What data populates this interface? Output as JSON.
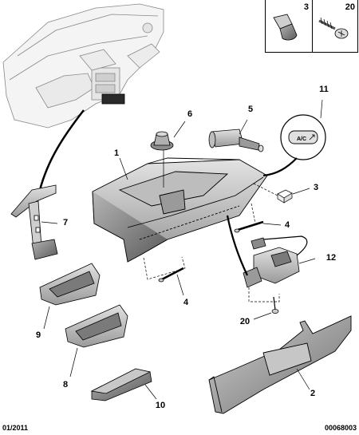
{
  "legend": {
    "cells": [
      {
        "ref": "3",
        "icon": "clip-icon"
      },
      {
        "ref": "20",
        "icon": "screw-icon"
      }
    ]
  },
  "callouts": {
    "c1": "1",
    "c2": "2",
    "c3": "3",
    "c4a": "4",
    "c4b": "4",
    "c5": "5",
    "c6": "6",
    "c7": "7",
    "c8": "8",
    "c9": "9",
    "c10": "10",
    "c11": "11",
    "c12": "12",
    "c20": "20"
  },
  "ac_button_label": "A/C",
  "footer": {
    "date": "01/2011",
    "code": "00068003"
  },
  "colors": {
    "line": "#000000",
    "part_fill": "#d8d8d8",
    "part_dark": "#8a8a8a",
    "dashboard_fill": "#f4f4f4"
  }
}
